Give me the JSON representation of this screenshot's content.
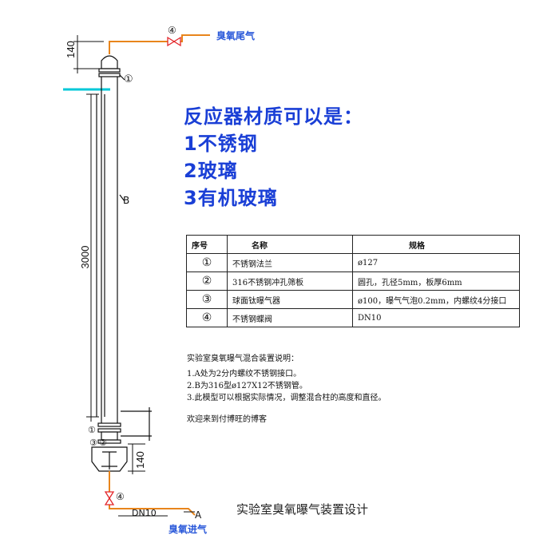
{
  "labels": {
    "ozone_exhaust": "臭氧尾气",
    "ozone_inlet": "臭氧进气",
    "dim_top": "140",
    "dim_middle": "3000",
    "dim_bottom": "140",
    "dn10": "DN10",
    "label_a": "A",
    "label_b": "B",
    "marker_1": "①",
    "marker_2": "②",
    "marker_3": "③",
    "marker_4_top": "④",
    "marker_4_bottom": "④"
  },
  "material_note": {
    "line1": "反应器材质可以是：",
    "line2": "1不锈钢",
    "line3": "2玻璃",
    "line4": "3有机玻璃"
  },
  "table": {
    "headers": [
      "序号",
      "名称",
      "规格"
    ],
    "rows": [
      {
        "num": "①",
        "name": "不锈钢法兰",
        "spec": "ø127"
      },
      {
        "num": "②",
        "name": "316不锈钢冲孔筛板",
        "spec": "圆孔，孔径5mm，板厚6mm"
      },
      {
        "num": "③",
        "name": "球面钛曝气器",
        "spec": "ø100，曝气气泡0.2mm，内螺纹4分接口"
      },
      {
        "num": "④",
        "name": "不锈钢蝶阀",
        "spec": "DN10"
      }
    ]
  },
  "notes": {
    "title": "实验室臭氧曝气混合装置说明：",
    "items": [
      "1.A处为2分内螺纹不锈钢接口。",
      "2.B为316型ø127X12不锈钢管。",
      "3.此模型可以根据实际情况，调整混合柱的高度和直径。"
    ],
    "footer": "欢迎来到付博旺的博客"
  },
  "caption": "实验室臭氧曝气装置设计",
  "colors": {
    "pipe": "#e8851c",
    "valve": "#e3262b",
    "cyan_line": "#00c8d8",
    "blue_text": "#1a3fd6"
  }
}
